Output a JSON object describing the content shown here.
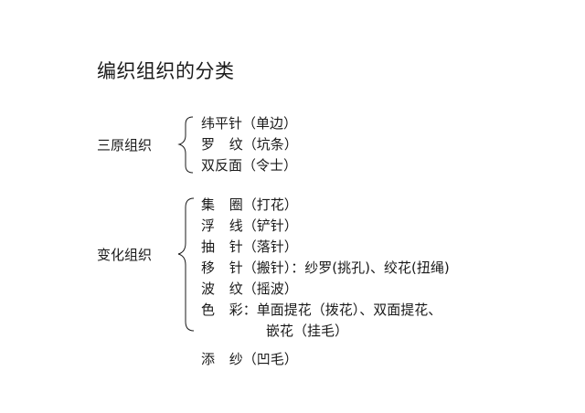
{
  "title": "编织组织的分类",
  "groups": [
    {
      "name": "三原组织",
      "items": [
        {
          "a": "纬平针",
          "b": "",
          "rest": "（单边）"
        },
        {
          "a": "罗",
          "b": "纹",
          "rest": "（坑条）"
        },
        {
          "a": "双反面",
          "b": "",
          "rest": "（令士）"
        }
      ]
    },
    {
      "name": "变化组织",
      "items": [
        {
          "a": "集",
          "b": "圈",
          "rest": "（打花）"
        },
        {
          "a": "浮",
          "b": "线",
          "rest": "（铲针）"
        },
        {
          "a": "抽",
          "b": "针",
          "rest": "（落针）"
        },
        {
          "a": "移",
          "b": "针",
          "rest": "（搬针）：纱罗(挑孔)、绞花(扭绳)"
        },
        {
          "a": "波",
          "b": "纹",
          "rest": "（摇波）"
        },
        {
          "a": "色",
          "b": "彩",
          "rest": "：单面提花（拨花）、双面提花、"
        },
        {
          "a": "",
          "b": "",
          "rest": "嵌花（挂毛）"
        },
        {
          "a": "添",
          "b": "纱",
          "rest": "（凹毛）"
        }
      ]
    }
  ]
}
